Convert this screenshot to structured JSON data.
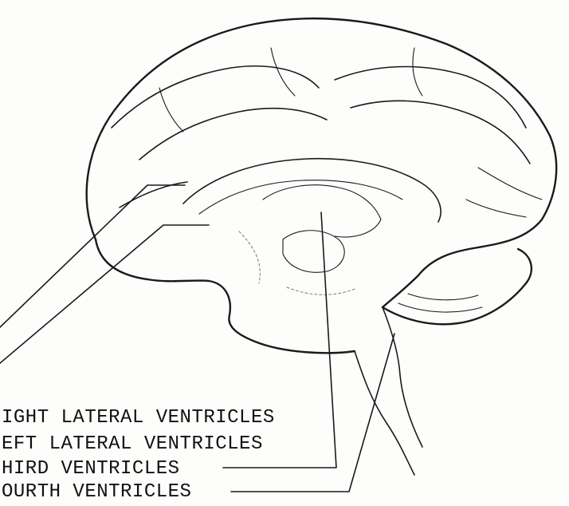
{
  "labels": {
    "right_lateral": "IGHT LATERAL VENTRICLES",
    "left_lateral": "EFT LATERAL VENTRICLES",
    "third": "HIRD VENTRICLES",
    "fourth": "OURTH VENTRICLES"
  }
}
